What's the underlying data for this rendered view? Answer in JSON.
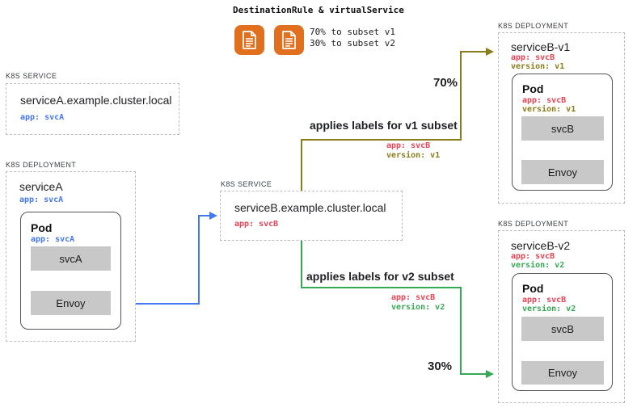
{
  "colors": {
    "blue": "#4477f4",
    "red": "#ec4251",
    "olive": "#8b7c1a",
    "green": "#34a853",
    "orange": "#e0701e",
    "gray_box": "#c8c8c8"
  },
  "header": {
    "title": "DestinationRule & virtualService",
    "icons": [
      "document-icon",
      "document-icon"
    ],
    "split_lines": [
      "70% to subset v1",
      "30% to subset v2"
    ]
  },
  "service_a": {
    "kind": "K8S SERVICE",
    "name": "serviceA.example.cluster.local",
    "app_label": "app: svcA"
  },
  "deployment_a": {
    "kind": "K8S DEPLOYMENT",
    "name": "serviceA",
    "app_label": "app: svcA",
    "pod": {
      "title": "Pod",
      "app_label": "app: svcA",
      "containers": [
        "svcA",
        "Envoy"
      ]
    }
  },
  "service_b": {
    "kind": "K8S SERVICE",
    "name": "serviceB.example.cluster.local",
    "app_label": "app: svcB"
  },
  "deployment_b_v1": {
    "kind": "K8S DEPLOYMENT",
    "name": "serviceB-v1",
    "app_label": "app: svcB",
    "version_label": "version: v1",
    "pod": {
      "title": "Pod",
      "app_label": "app: svcB",
      "version_label": "version: v1",
      "containers": [
        "svcB",
        "Envoy"
      ]
    }
  },
  "deployment_b_v2": {
    "kind": "K8S DEPLOYMENT",
    "name": "serviceB-v2",
    "app_label": "app: svcB",
    "version_label": "version: v2",
    "pod": {
      "title": "Pod",
      "app_label": "app: svcB",
      "version_label": "version: v2",
      "containers": [
        "svcB",
        "Envoy"
      ]
    }
  },
  "flows": {
    "v1": {
      "percent": "70%",
      "caption": "applies labels for v1 subset",
      "app_label": "app: svcB",
      "version_label": "version: v1"
    },
    "v2": {
      "percent": "30%",
      "caption": "applies labels for v2 subset",
      "app_label": "app: svcB",
      "version_label": "version: v2"
    }
  }
}
